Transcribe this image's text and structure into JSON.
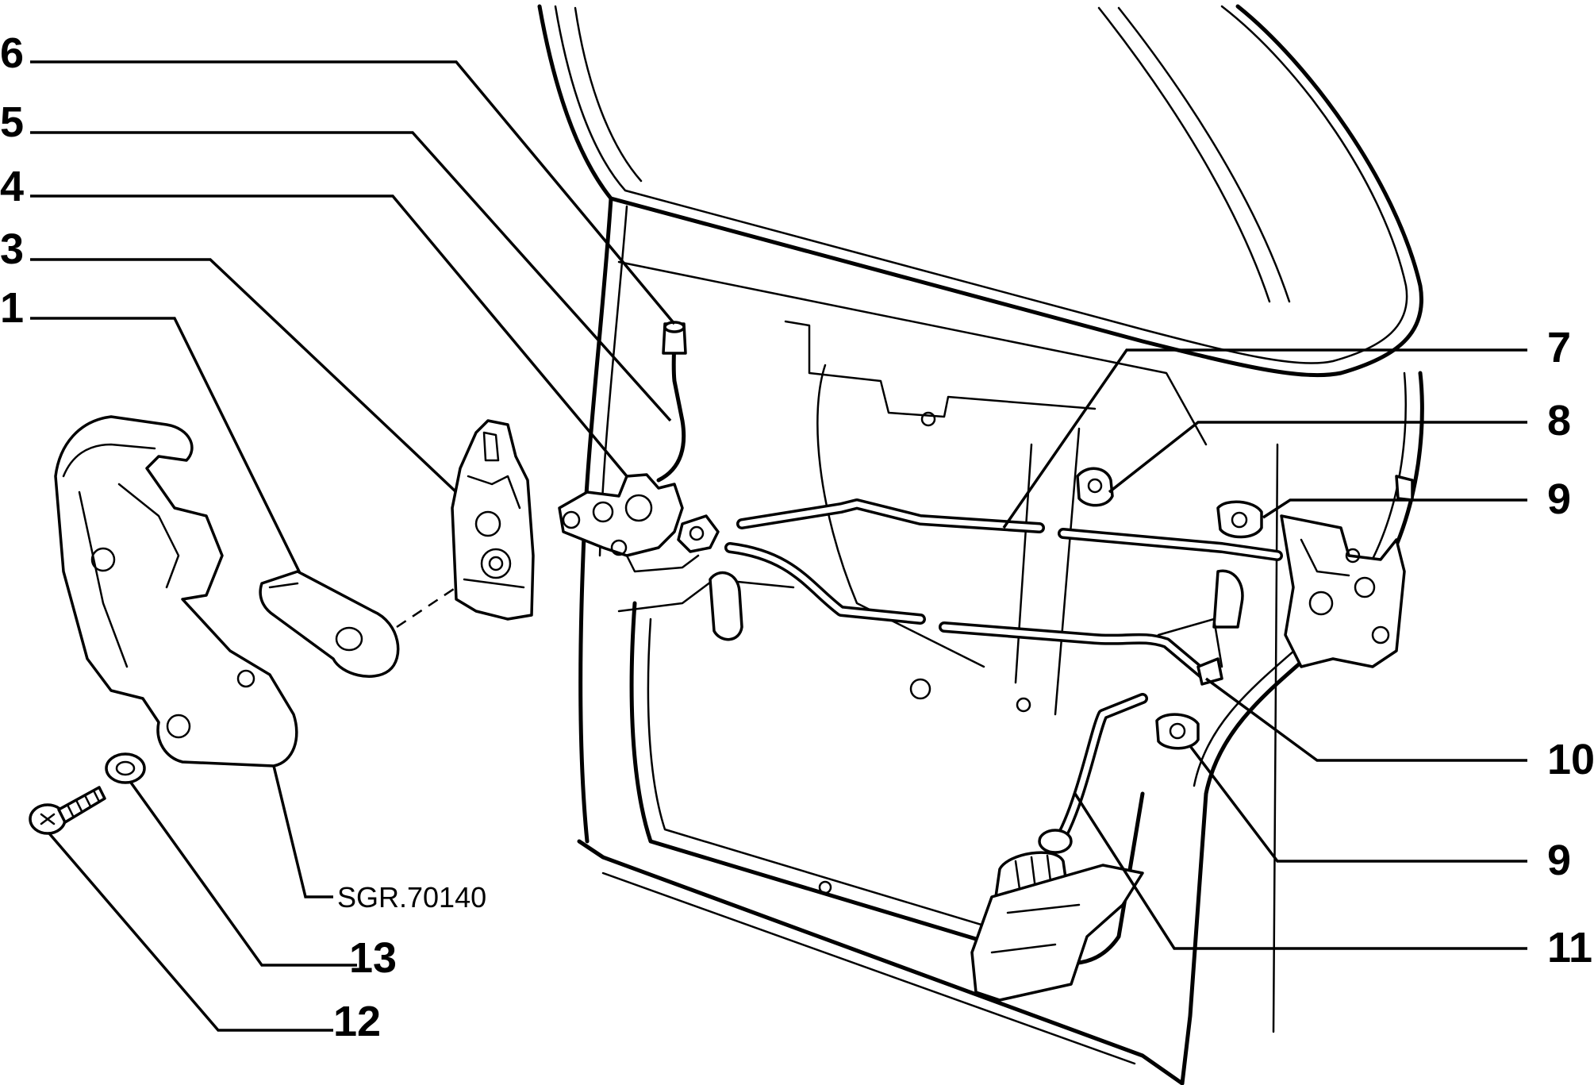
{
  "diagram": {
    "reference_code": "SGR.70140",
    "callouts": {
      "c1": "1",
      "c3": "3",
      "c4": "4",
      "c5": "5",
      "c6": "6",
      "c7": "7",
      "c8": "8",
      "c9a": "9",
      "c9b": "9",
      "c10": "10",
      "c11": "11",
      "c12": "12",
      "c13": "13"
    }
  }
}
